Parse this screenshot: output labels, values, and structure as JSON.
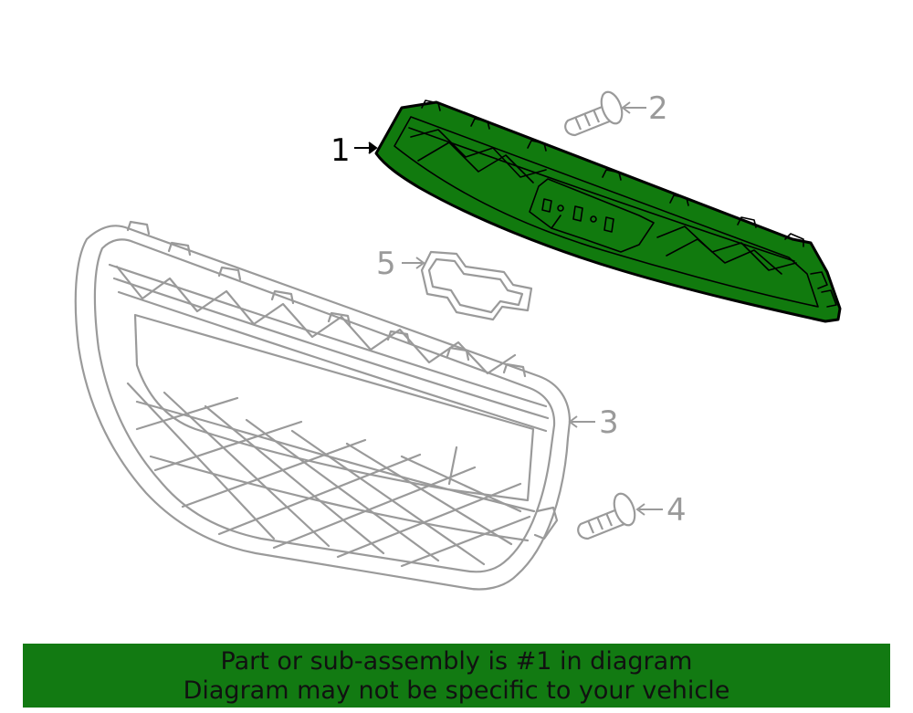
{
  "callouts": {
    "part1": "1",
    "part2": "2",
    "part3": "3",
    "part4": "4",
    "part5": "5"
  },
  "banner": {
    "line1": "Part or sub-assembly is #1 in diagram",
    "line2": "Diagram may not be specific to your vehicle"
  },
  "colors": {
    "highlight_fill": "#117a0e",
    "highlight_stroke": "#000000",
    "line_gray": "#9a9a9a",
    "banner_bg": "#127a12",
    "banner_text": "#111111",
    "background": "#ffffff"
  },
  "icons": {
    "callout_arrow": "arrow-left-icon"
  }
}
